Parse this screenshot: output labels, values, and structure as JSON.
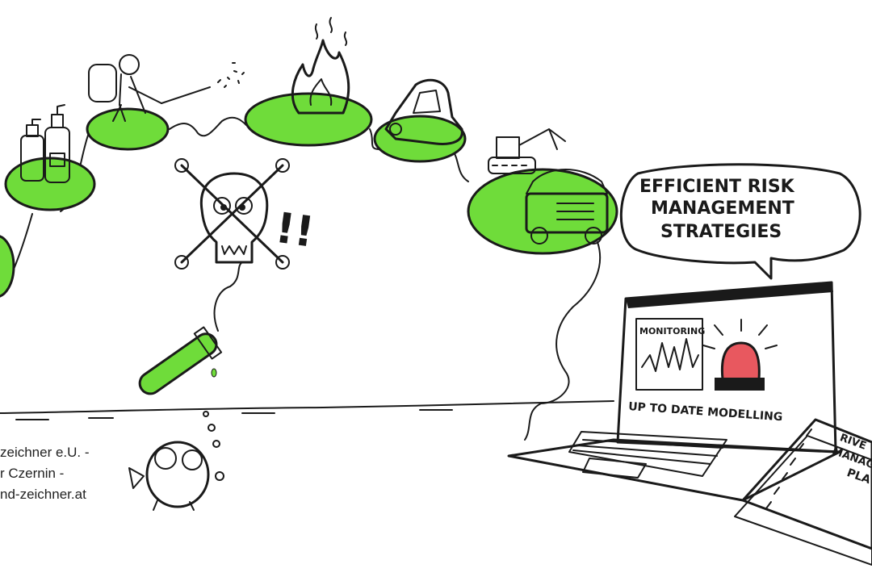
{
  "bubble": {
    "line1": "EFFICIENT RISK",
    "line2": "MANAGEMENT",
    "line3": "STRATEGIES"
  },
  "laptop": {
    "monitoring_label": "MONITORING",
    "modelling_label": "UP TO DATE MODELLING"
  },
  "notebook": {
    "line1": "RIVE",
    "line2": "MANAG",
    "line3": "PLA"
  },
  "exclamation": "!!",
  "credit": {
    "line1": "zeichner e.U. -",
    "line2": "r Czernin -",
    "line3": "nd-zeichner.at"
  },
  "colors": {
    "accent_green": "#6fdc3a",
    "alarm_red": "#e8585f",
    "ink": "#1a1a1a"
  },
  "icons": [
    "bottles-icon",
    "sprayer-person-icon",
    "fire-icon",
    "car-icon",
    "excavator-icon",
    "dump-truck-icon",
    "skull-crossbones-icon",
    "test-tube-icon",
    "fish-icon",
    "laptop-icon",
    "alarm-light-icon",
    "notebook-icon"
  ]
}
